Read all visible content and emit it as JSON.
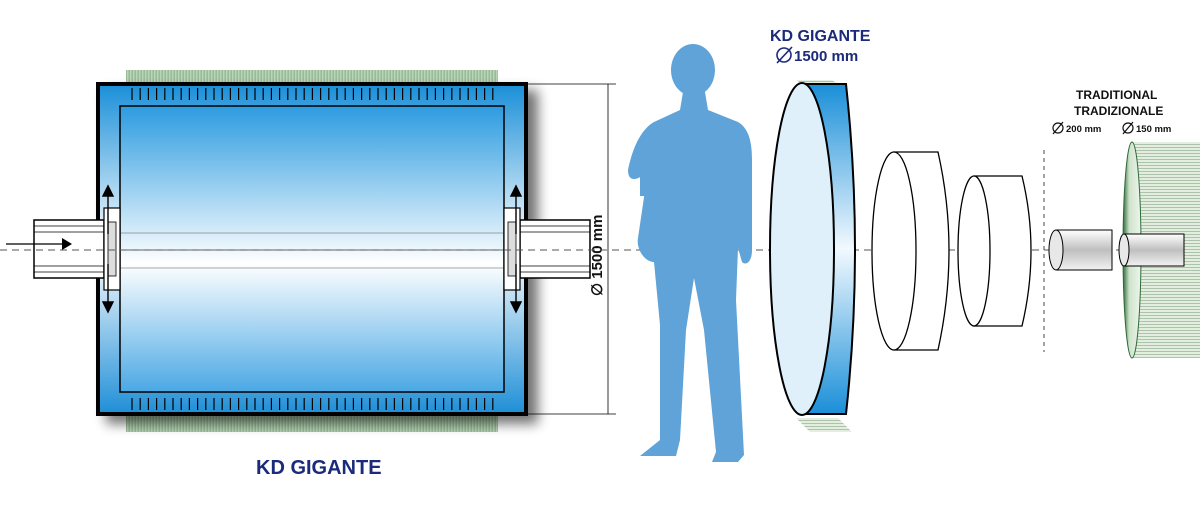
{
  "main_label": "KD GIGANTE",
  "height_dimension": "∅ 1500 mm",
  "side_view": {
    "title": "KD GIGANTE",
    "diameter": "1500 mm"
  },
  "traditional": {
    "title_en": "TRADITIONAL",
    "title_it": "TRADIZIONALE",
    "dia_small": "200 mm",
    "dia_large": "150 mm"
  },
  "colors": {
    "drum_blue": "#1a8fd8",
    "person_blue": "#5fa3d8",
    "label_navy": "#1b2a7a",
    "ring_green": "#2e6b3a"
  },
  "icons": [
    "diameter-symbol-icon",
    "flow-arrow-icon"
  ]
}
